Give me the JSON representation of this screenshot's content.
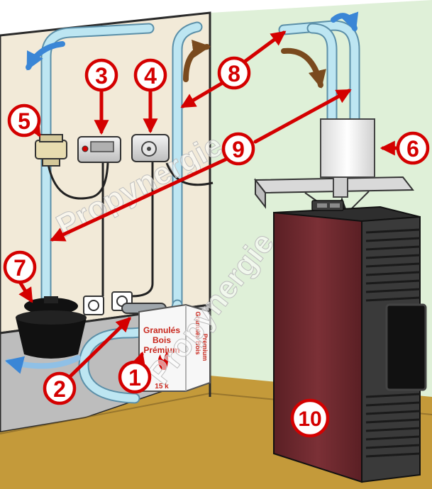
{
  "watermark": "Propynergie",
  "pellet_bag": {
    "line1": "Granulés",
    "line2": "Bois",
    "line3": "Prémium",
    "side1": "Granulés Bois",
    "side2": "Premium",
    "weight": "15 k"
  },
  "markers": [
    {
      "id": "1",
      "label": "1"
    },
    {
      "id": "2",
      "label": "2"
    },
    {
      "id": "3",
      "label": "3"
    },
    {
      "id": "4",
      "label": "4"
    },
    {
      "id": "5",
      "label": "5"
    },
    {
      "id": "6",
      "label": "6"
    },
    {
      "id": "7",
      "label": "7"
    },
    {
      "id": "8",
      "label": "8"
    },
    {
      "id": "9",
      "label": "9"
    },
    {
      "id": "10",
      "label": "10"
    }
  ],
  "colors": {
    "marker_red": "#d40000",
    "pipe_blue": "#bde6f2",
    "airflow_arrow": "#3a86d6",
    "door_arrow": "#7a4a1e",
    "stove_body": "#6e2a2e",
    "left_wall": "#f2ead8",
    "right_wall": "#dff0d8",
    "floor_left": "#bdbdbd",
    "floor_right": "#c49a3a"
  }
}
